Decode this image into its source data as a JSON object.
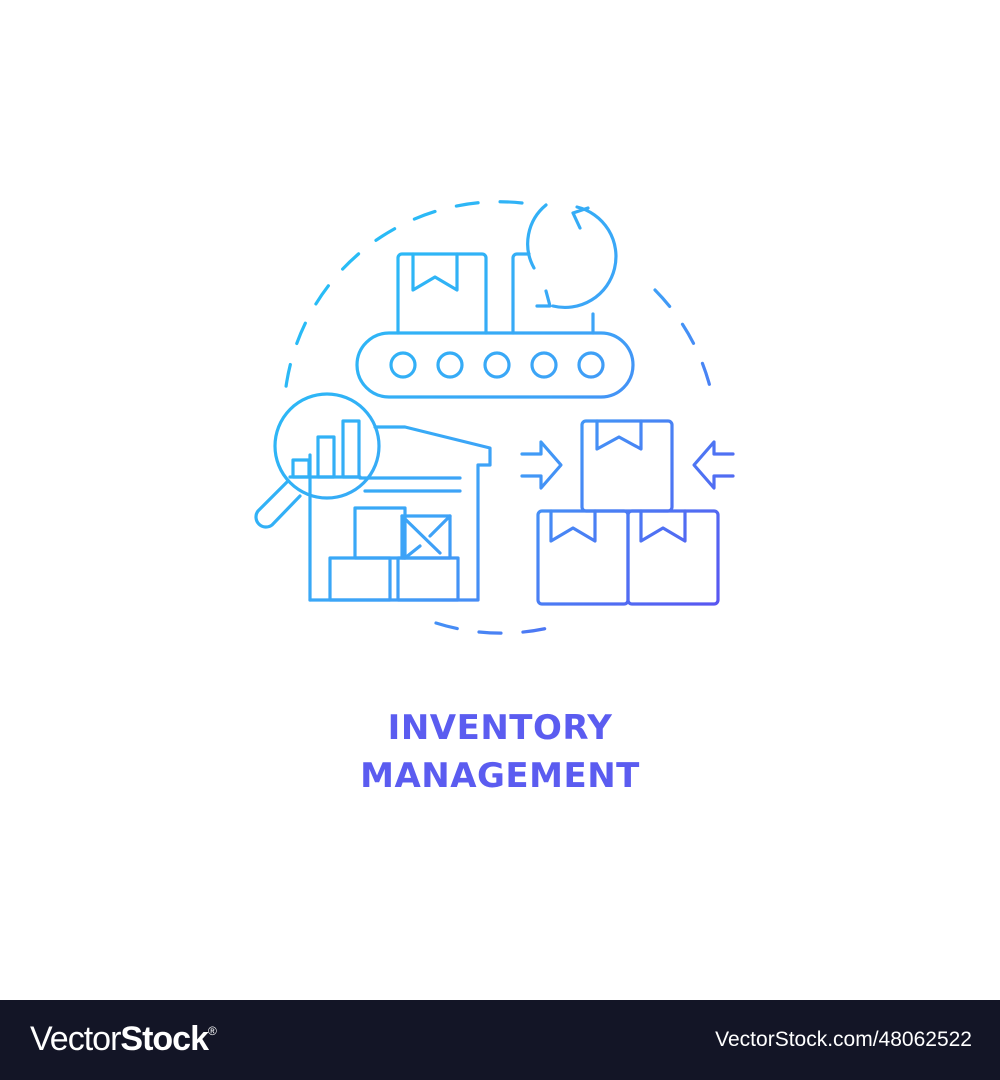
{
  "illustration": {
    "icon": "inventory-management-icon",
    "gradient": {
      "start": "#1ec8f5",
      "mid": "#3ea2f7",
      "end": "#5b4ef0"
    },
    "elements": [
      "dashed-circle",
      "conveyor-belt",
      "refresh-arrows-icon",
      "warehouse",
      "magnifier-chart-icon",
      "stacked-boxes",
      "compress-arrows-icon"
    ]
  },
  "title": {
    "line1": "INVENTORY",
    "line2": "MANAGEMENT",
    "color": "#5b5cf0"
  },
  "footer": {
    "brand_light": "Vector",
    "brand_bold": "Stock",
    "brand_mark": "®",
    "reference": "VectorStock.com/48062522",
    "background": "#131526"
  }
}
